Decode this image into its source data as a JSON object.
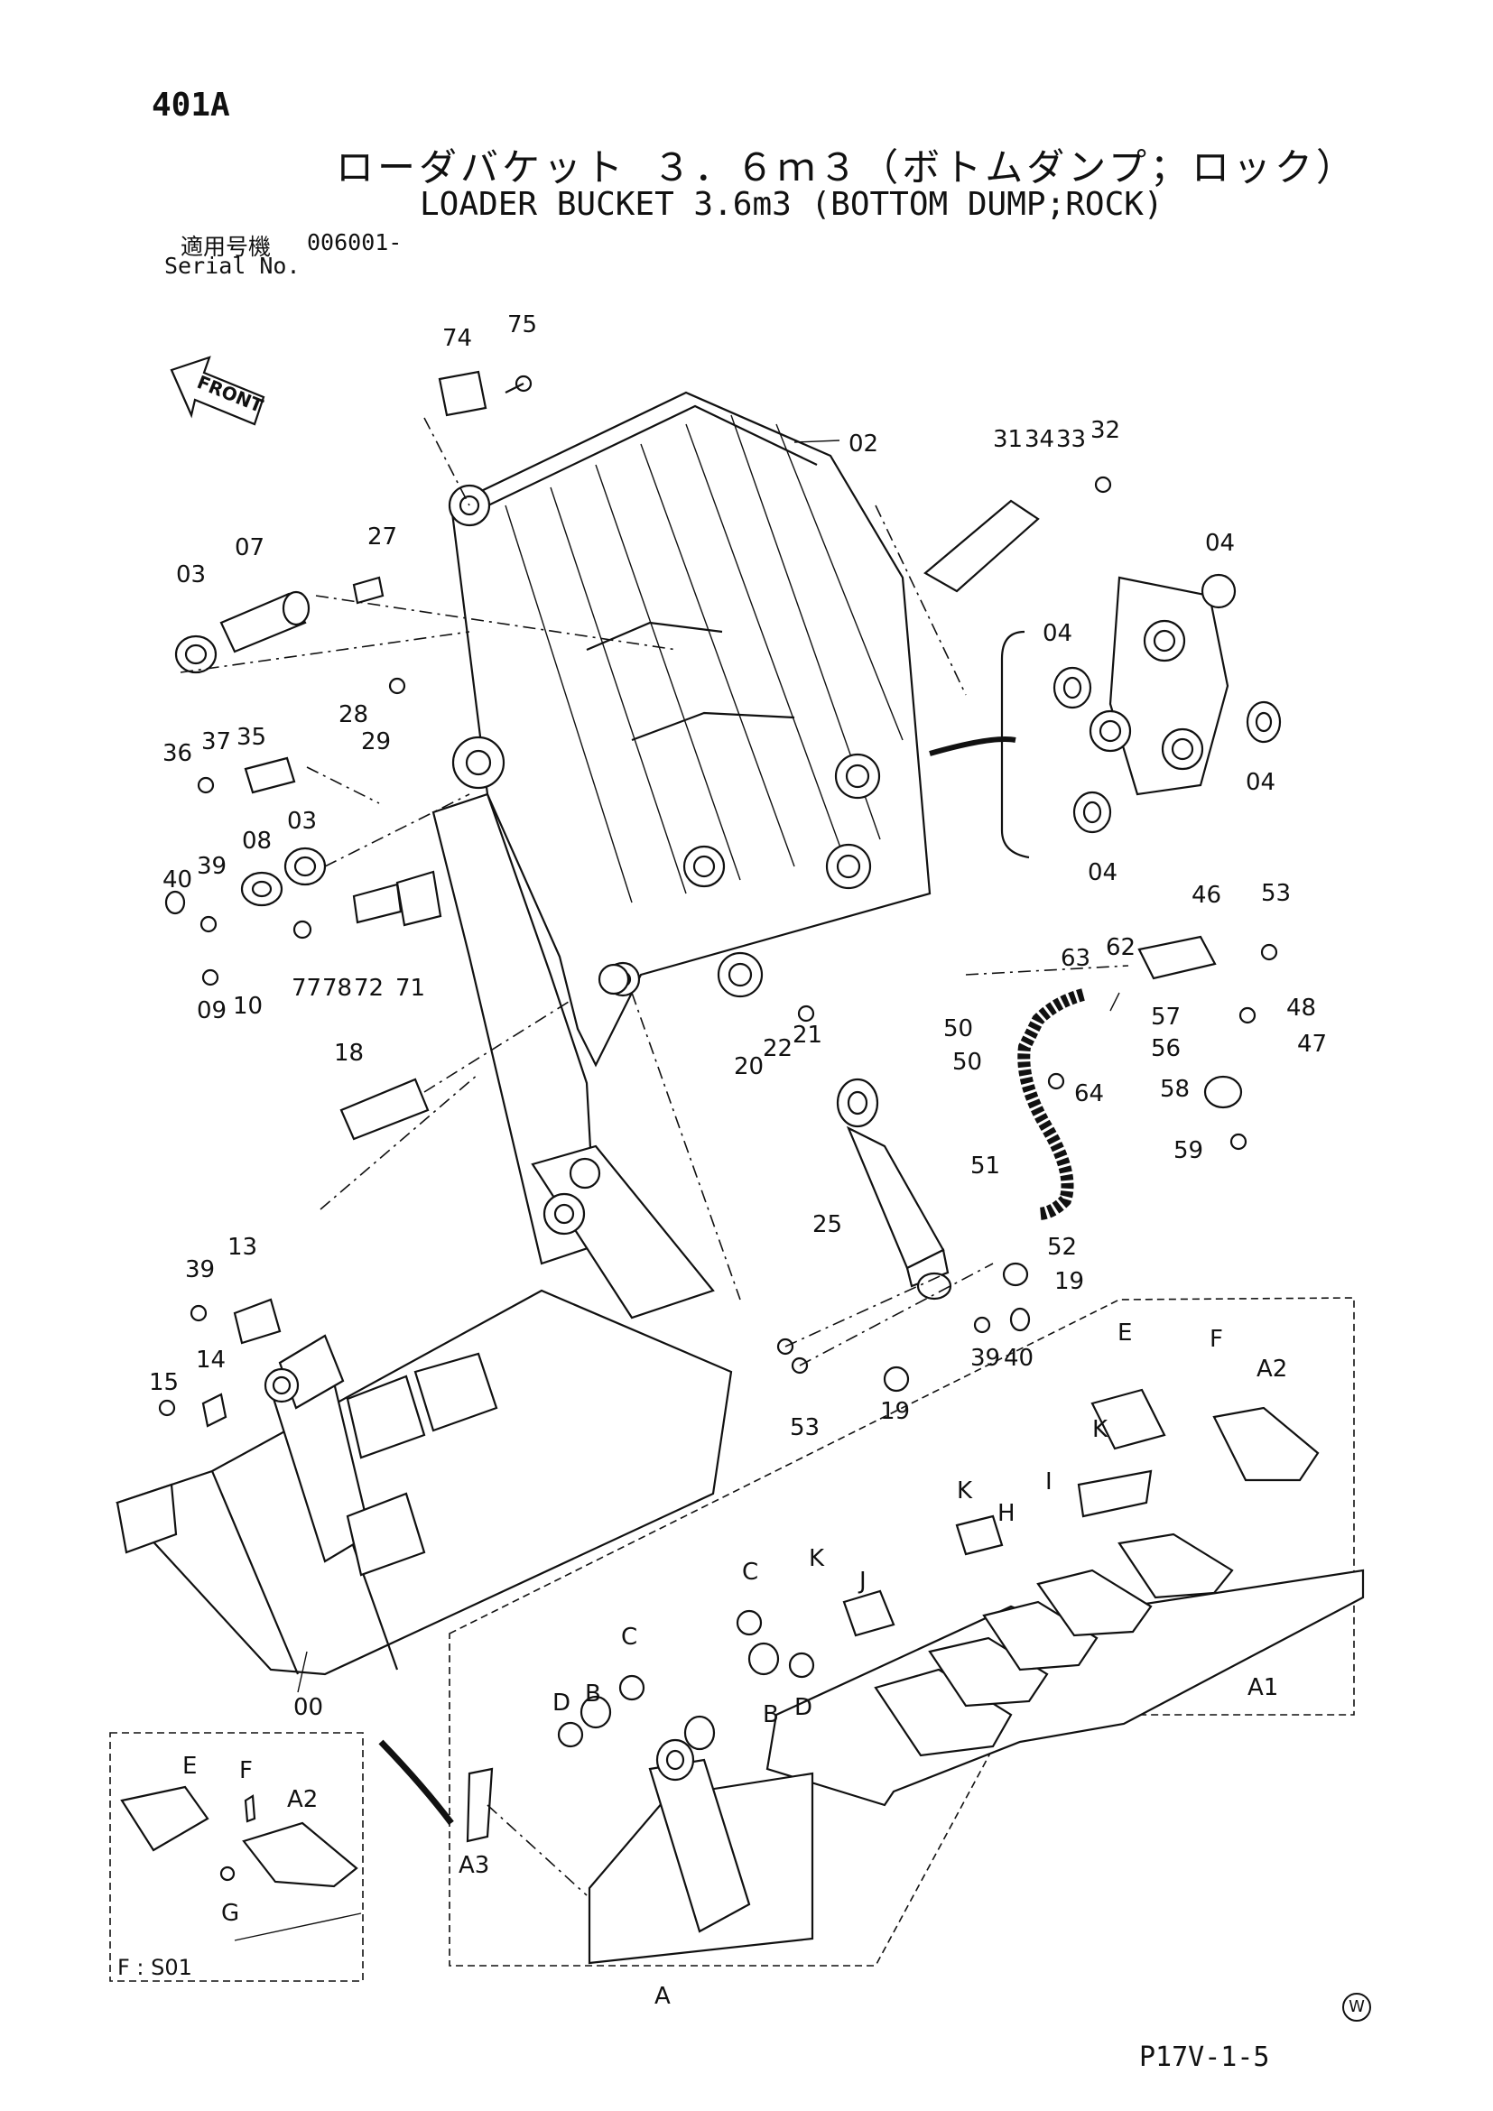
{
  "header": {
    "page_code": "401A",
    "title_jp": "ローダバケット ３．６ｍ３（ボトムダンプ；ロック）",
    "title_en": "LOADER BUCKET 3.6m3 (BOTTOM DUMP;ROCK)",
    "serial_label_jp": "適用号機",
    "serial_number": "006001-",
    "serial_label_en": "Serial No."
  },
  "diagram": {
    "front_arrow_label": "FRONT",
    "inset_label": "F : S01",
    "watermark": "W",
    "callouts": [
      "74",
      "75",
      "02",
      "31",
      "34",
      "33",
      "32",
      "27",
      "07",
      "03",
      "04",
      "04",
      "04",
      "04",
      "28",
      "29",
      "35",
      "37",
      "36",
      "03",
      "08",
      "39",
      "40",
      "09",
      "10",
      "77",
      "78",
      "72",
      "71",
      "18",
      "20",
      "22",
      "21",
      "46",
      "53",
      "62",
      "63",
      "57",
      "48",
      "56",
      "47",
      "58",
      "59",
      "50",
      "50",
      "64",
      "51",
      "52",
      "25",
      "19",
      "19",
      "39",
      "40",
      "53",
      "13",
      "39",
      "14",
      "15",
      "00",
      "E",
      "F",
      "A2",
      "K",
      "I",
      "K",
      "H",
      "C",
      "K",
      "J",
      "C",
      "B",
      "D",
      "D",
      "B",
      "A1",
      "A3",
      "A",
      "E",
      "F",
      "A2",
      "G"
    ]
  },
  "footer": {
    "code": "P17V-1-5"
  }
}
